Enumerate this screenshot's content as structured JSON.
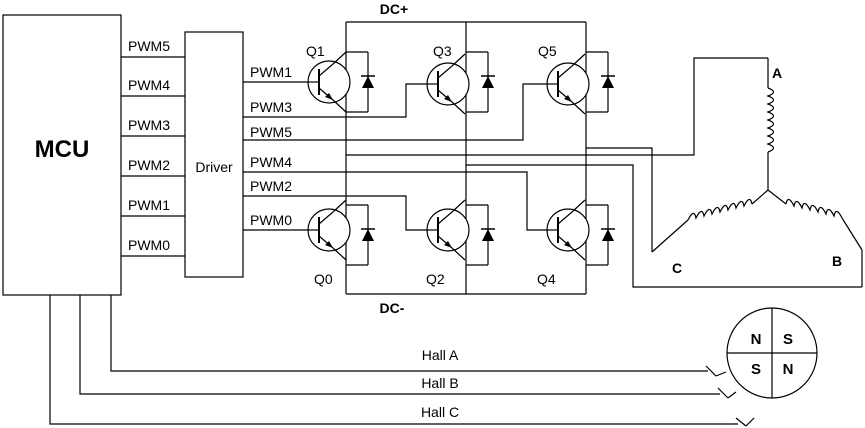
{
  "mcu_label": "MCU",
  "driver_label": "Driver",
  "dc_plus": "DC+",
  "dc_minus": "DC-",
  "mcu_outputs": [
    "PWM5",
    "PWM4",
    "PWM3",
    "PWM2",
    "PWM1",
    "PWM0"
  ],
  "driver_outputs": [
    "PWM1",
    "PWM3",
    "PWM5",
    "PWM4",
    "PWM2",
    "PWM0"
  ],
  "transistors_top": [
    "Q1",
    "Q3",
    "Q5"
  ],
  "transistors_bottom": [
    "Q0",
    "Q2",
    "Q4"
  ],
  "phases": [
    "A",
    "B",
    "C"
  ],
  "hall_sensors": [
    "Hall A",
    "Hall B",
    "Hall C"
  ],
  "magnet_poles": [
    "N",
    "S",
    "S",
    "N"
  ]
}
